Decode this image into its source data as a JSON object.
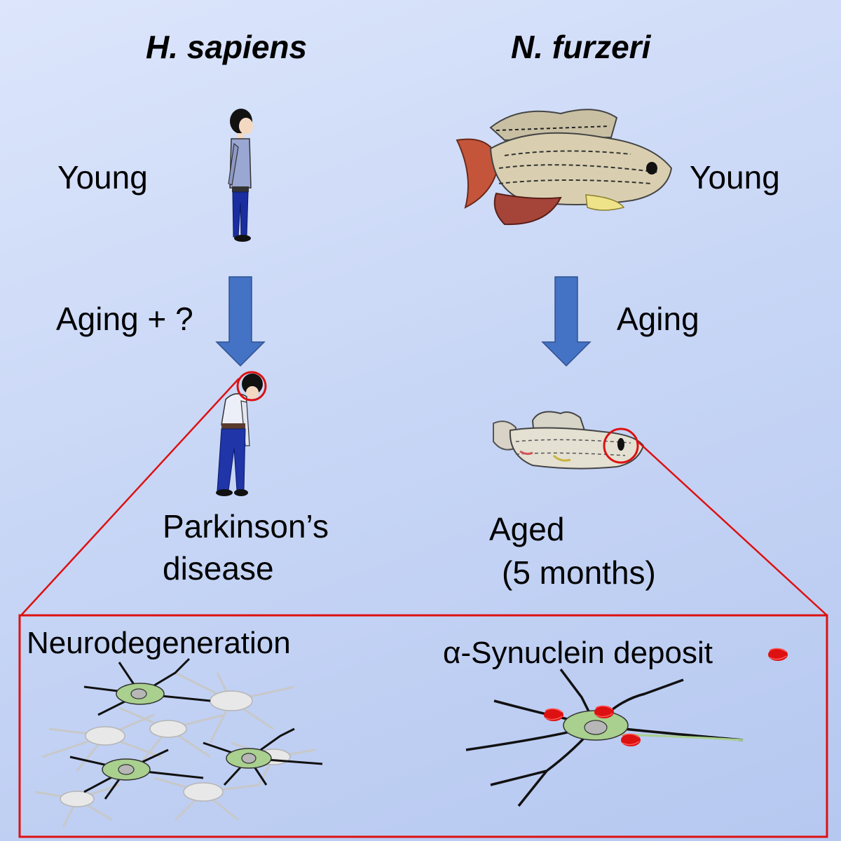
{
  "titles": {
    "left": "H. sapiens",
    "right": "N. furzeri"
  },
  "human": {
    "young_label": "Young",
    "transition_label": "Aging + ?",
    "outcome_line1": "Parkinson’s",
    "outcome_line2": "disease"
  },
  "fish": {
    "young_label": "Young",
    "transition_label": "Aging",
    "outcome_line1": "Aged",
    "outcome_line2": "(5 months)"
  },
  "inset": {
    "left_label": "Neurodegeneration",
    "right_label": "α-Synuclein deposit"
  },
  "colors": {
    "arrow": "#4472c4",
    "highlight": "#dd1111",
    "neuron_body": "#a9d08e",
    "neuron_nucleus": "#b7b7b7",
    "degenerated_neuron": "#e8e8e8"
  }
}
